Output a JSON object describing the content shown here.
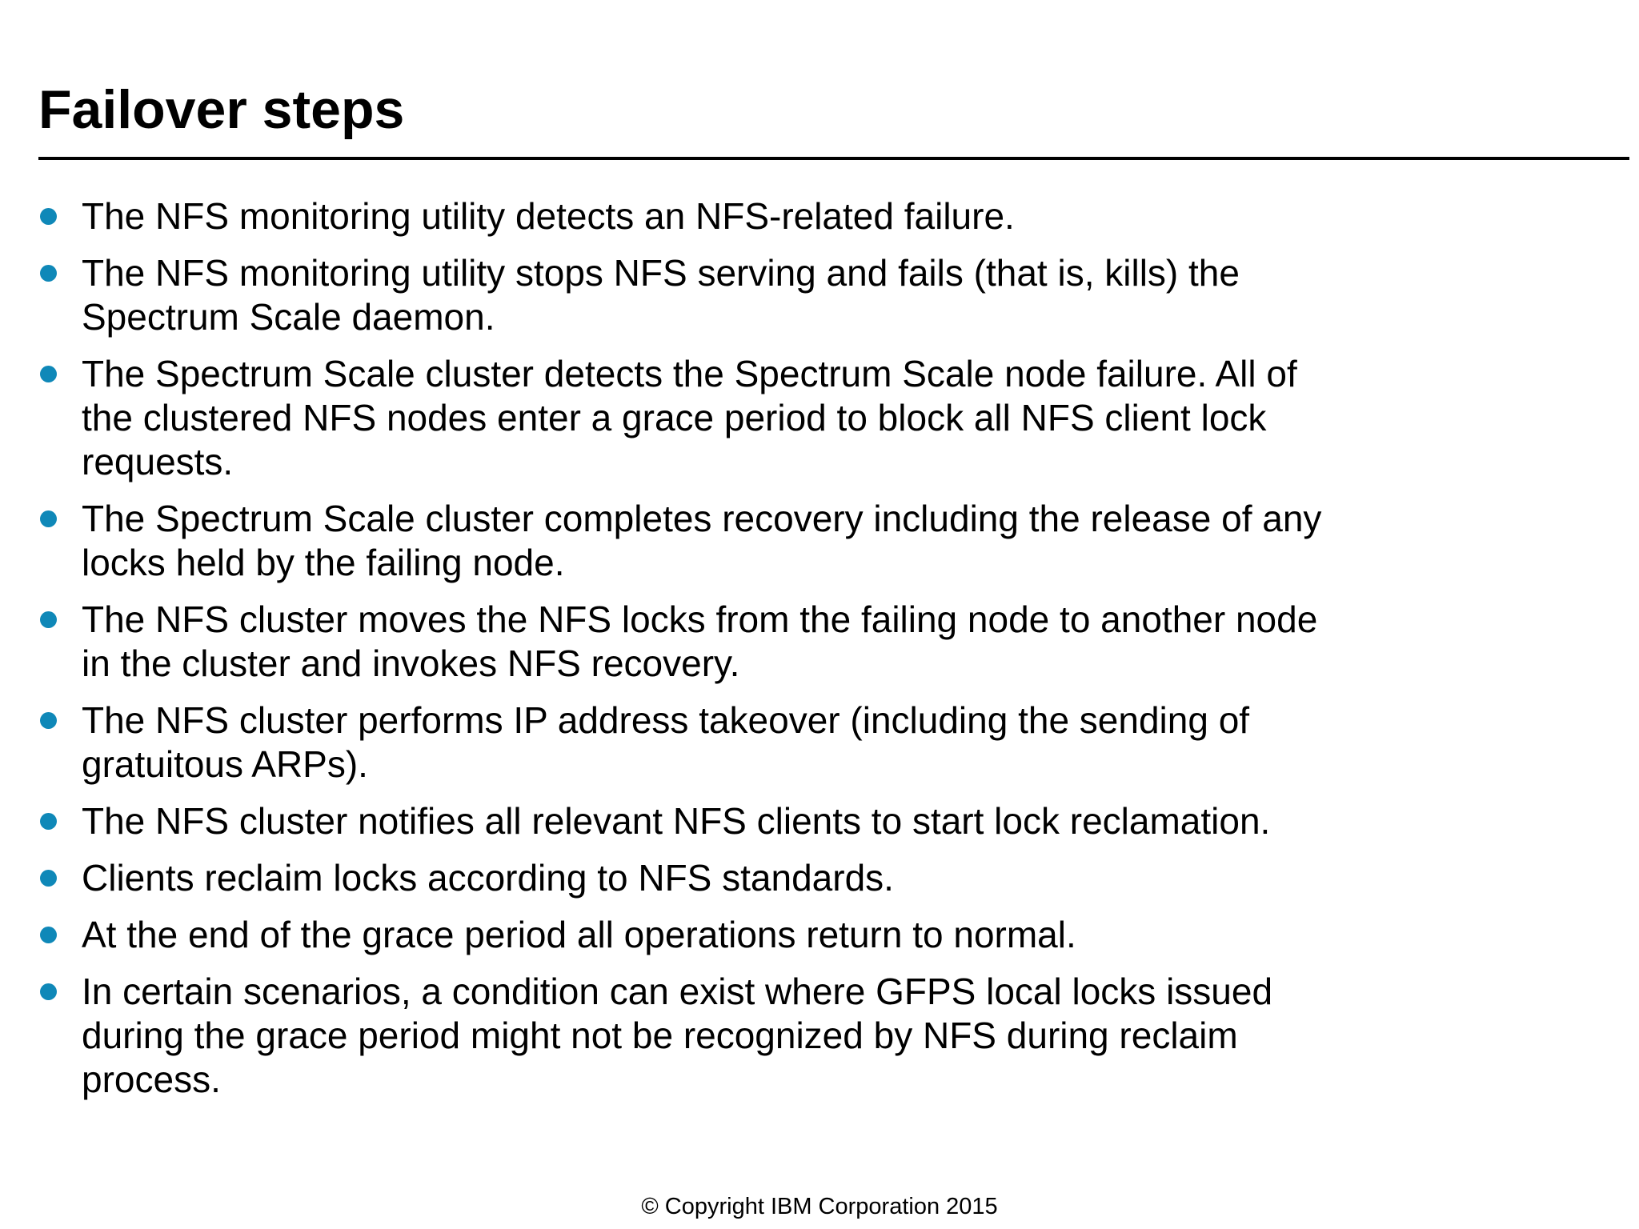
{
  "slide": {
    "title": "Failover steps",
    "bullets": [
      {
        "text": "The NFS monitoring utility detects an NFS-related failure."
      },
      {
        "text": "The NFS monitoring utility stops NFS serving and fails (that is, kills) the\nSpectrum Scale daemon."
      },
      {
        "text": "The Spectrum Scale cluster detects the Spectrum Scale node failure. All of\nthe clustered NFS nodes enter a grace period to block all NFS client lock\nrequests."
      },
      {
        "text": "The Spectrum Scale cluster completes recovery including the release of any\nlocks held by the failing node."
      },
      {
        "text": "The NFS cluster moves the NFS locks from the failing node to another node\nin the cluster and invokes NFS recovery."
      },
      {
        "text": "The NFS cluster performs IP address takeover (including the sending of\ngratuitous ARPs)."
      },
      {
        "text": "The NFS cluster notifies all relevant NFS clients to start lock reclamation."
      },
      {
        "text": "Clients reclaim locks according to NFS standards."
      },
      {
        "text": "At the end of the grace period all operations return to normal."
      },
      {
        "text": "In certain scenarios, a condition can exist where GFPS local locks issued\nduring the grace period might not be recognized by NFS during reclaim\nprocess."
      }
    ],
    "footer": "© Copyright IBM Corporation 2015"
  },
  "colors": {
    "background": "#ffffff",
    "text": "#000000",
    "bullet": "#0f88b8",
    "title_rule": "#000000"
  }
}
